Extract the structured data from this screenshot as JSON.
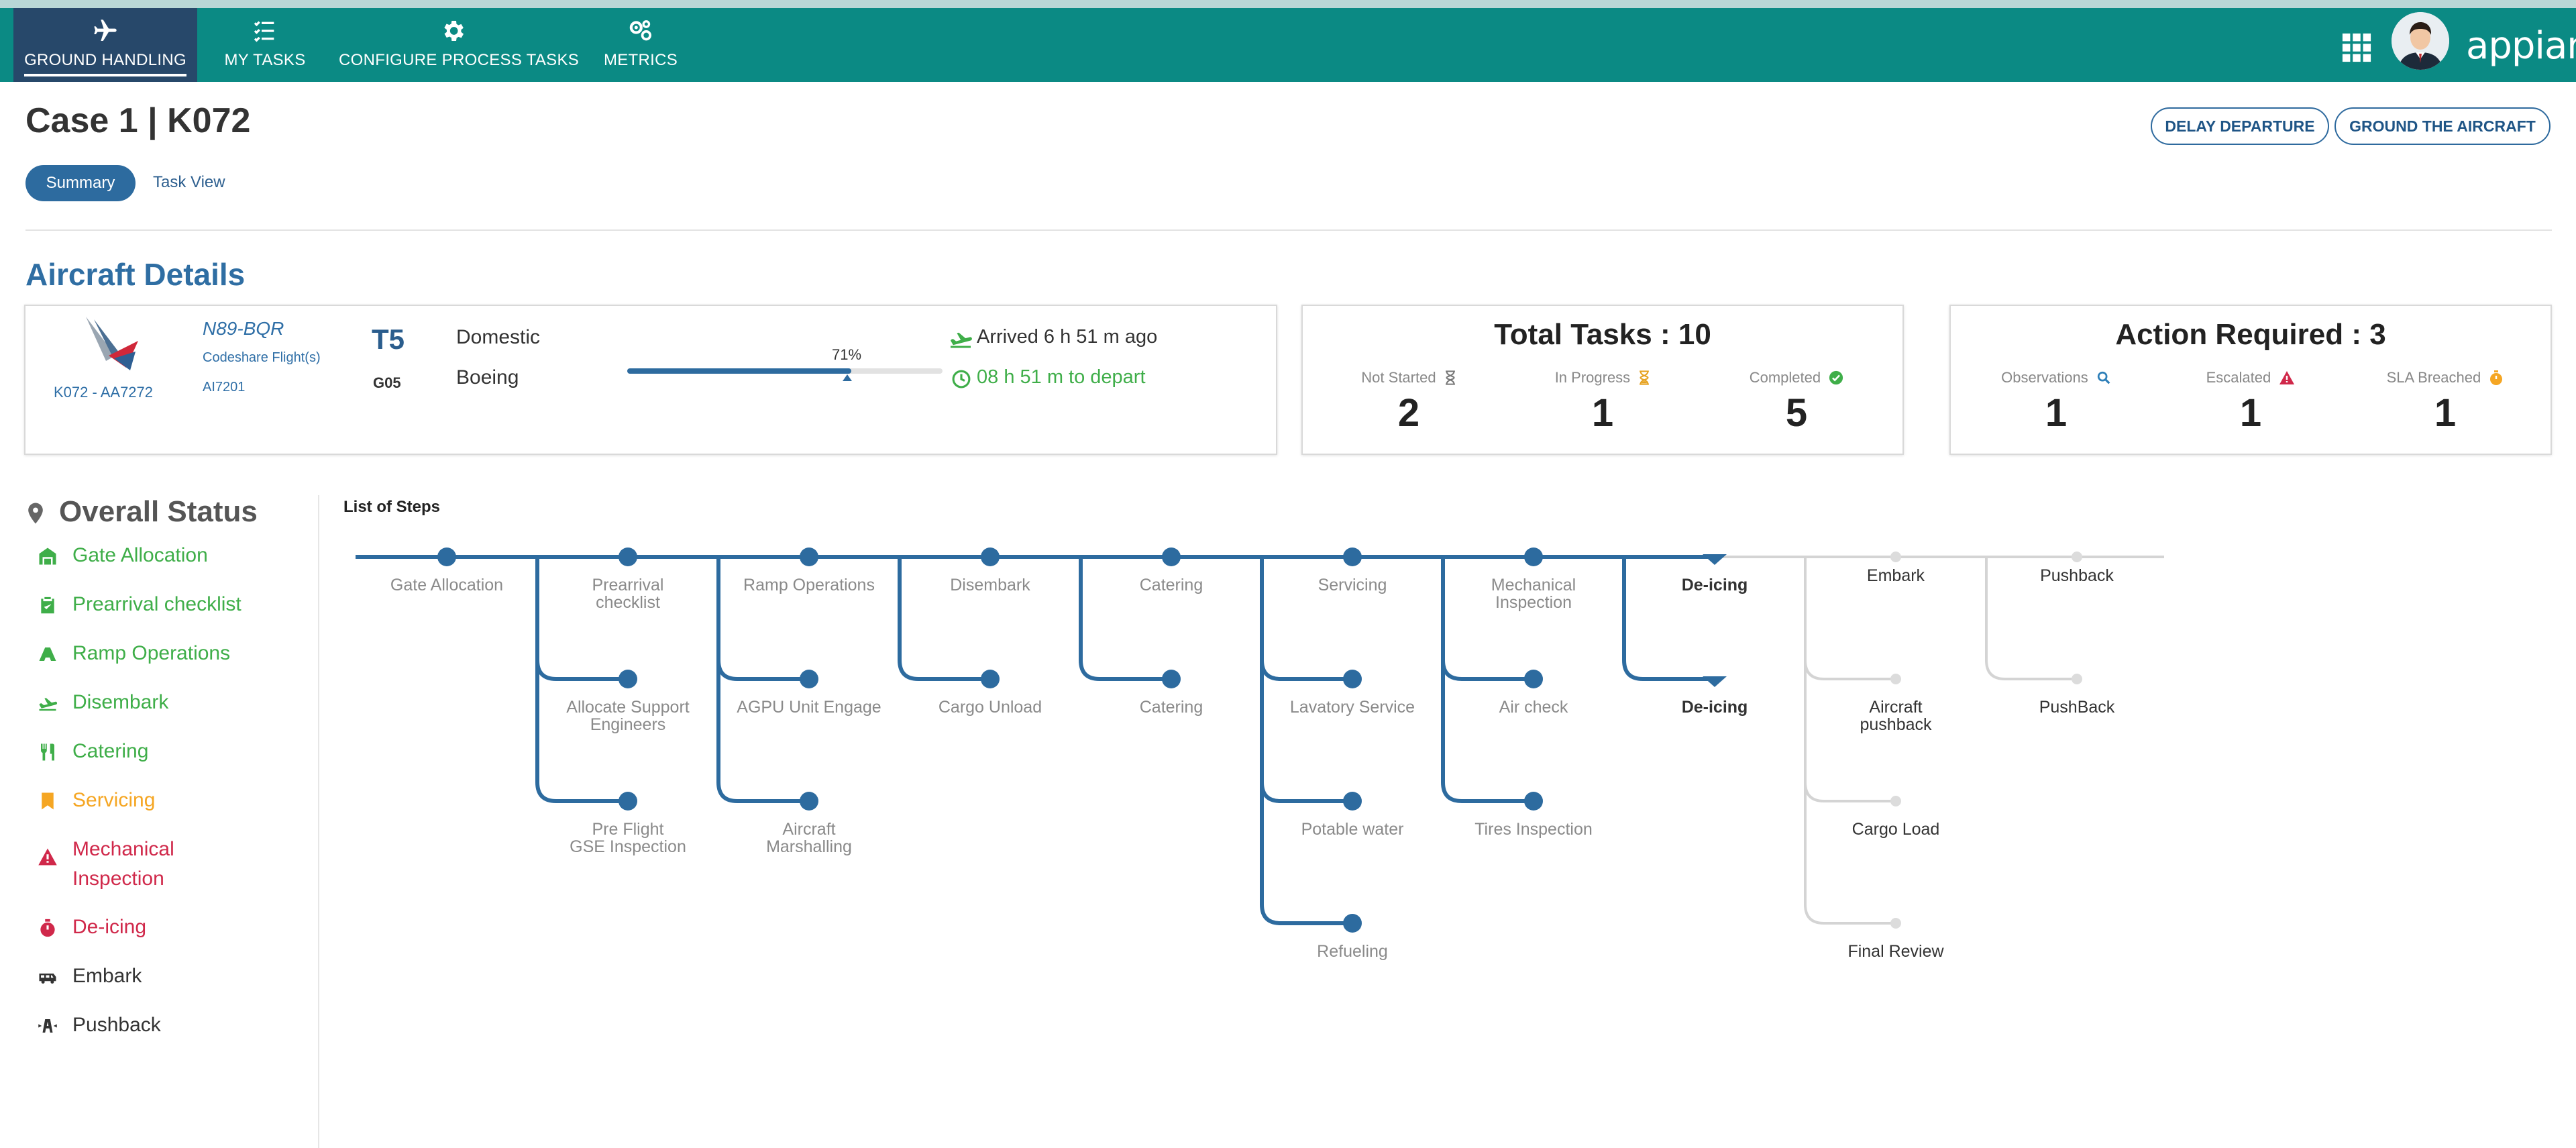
{
  "nav": {
    "items": [
      {
        "label": "GROUND HANDLING",
        "icon": "airplane-icon",
        "active": true
      },
      {
        "label": "MY TASKS",
        "icon": "task-list-icon",
        "active": false
      },
      {
        "label": "CONFIGURE PROCESS TASKS",
        "icon": "gear-icon",
        "active": false
      },
      {
        "label": "METRICS",
        "icon": "gears-icon",
        "active": false
      }
    ],
    "brand": "appian"
  },
  "header": {
    "title": "Case 1 | K072",
    "delay_button": "DELAY DEPARTURE",
    "ground_button": "GROUND THE AIRCRAFT",
    "tabs": [
      {
        "label": "Summary",
        "active": true
      },
      {
        "label": "Task View",
        "active": false
      }
    ]
  },
  "aircraft": {
    "section_title": "Aircraft Details",
    "flight_code": "K072 - AA7272",
    "registration": "N89-BQR",
    "codeshare_label": "Codeshare Flight(s)",
    "codeshare_flight": "AI7201",
    "terminal": "T5",
    "gate": "G05",
    "flight_type": "Domestic",
    "aircraft_type": "Boeing",
    "progress": 0.71,
    "progress_label": "71%",
    "arrived_text": "Arrived 6 h 51 m  ago",
    "depart_text": "08 h 51 m to depart"
  },
  "total_tasks": {
    "title": "Total Tasks : 10",
    "stats": [
      {
        "label": "Not Started",
        "value": "2",
        "icon": "hourglass-icon"
      },
      {
        "label": "In Progress",
        "value": "1",
        "icon": "hourglass-half-icon"
      },
      {
        "label": "Completed",
        "value": "5",
        "icon": "check-circle-icon"
      }
    ]
  },
  "action_required": {
    "title": "Action Required : 3",
    "stats": [
      {
        "label": "Observations",
        "value": "1",
        "icon": "search-icon"
      },
      {
        "label": "Escalated",
        "value": "1",
        "icon": "warning-icon"
      },
      {
        "label": "SLA Breached",
        "value": "1",
        "icon": "timer-icon"
      }
    ]
  },
  "overall_status": {
    "title": "Overall Status",
    "items": [
      {
        "label": "Gate Allocation",
        "color": "#3fae49",
        "icon": "gate-icon"
      },
      {
        "label": "Prearrival checklist",
        "color": "#3fae49",
        "icon": "clipboard-icon"
      },
      {
        "label": "Ramp Operations",
        "color": "#3fae49",
        "icon": "ramp-icon"
      },
      {
        "label": "Disembark",
        "color": "#3fae49",
        "icon": "plane-landing-icon"
      },
      {
        "label": "Catering",
        "color": "#3fae49",
        "icon": "utensils-icon"
      },
      {
        "label": "Servicing",
        "color": "#f5a623",
        "icon": "bookmark-icon"
      },
      {
        "label": "Mechanical Inspection",
        "color": "#d0284a",
        "icon": "warning-icon"
      },
      {
        "label": "De-icing",
        "color": "#d0284a",
        "icon": "stopwatch-icon"
      },
      {
        "label": "Embark",
        "color": "#333333",
        "icon": "bus-icon"
      },
      {
        "label": "Pushback",
        "color": "#333333",
        "icon": "pushback-icon"
      }
    ]
  },
  "steps": {
    "title": "List of Steps",
    "columns": [
      {
        "label": "Gate Allocation",
        "state": "done",
        "children": []
      },
      {
        "label": "Prearrival checklist",
        "state": "done",
        "children": [
          "Allocate Support Engineers",
          "Pre Flight GSE Inspection"
        ]
      },
      {
        "label": "Ramp Operations",
        "state": "done",
        "children": [
          "AGPU Unit Engage",
          "Aircraft Marshalling"
        ]
      },
      {
        "label": "Disembark",
        "state": "done",
        "children": [
          "Cargo Unload"
        ]
      },
      {
        "label": "Catering",
        "state": "done",
        "children": [
          "Catering"
        ]
      },
      {
        "label": "Servicing",
        "state": "done",
        "children": [
          "Lavatory Service",
          "Potable water",
          "Refueling"
        ]
      },
      {
        "label": "Mechanical Inspection",
        "state": "done",
        "children": [
          "Air check",
          "Tires Inspection"
        ]
      },
      {
        "label": "De-icing",
        "state": "current",
        "children": [
          "De-icing"
        ]
      },
      {
        "label": "Embark",
        "state": "pending",
        "children": [
          "Aircraft pushback",
          "Cargo Load",
          "Final Review"
        ]
      },
      {
        "label": "Pushback",
        "state": "pending",
        "children": [
          "PushBack"
        ]
      }
    ]
  },
  "colors": {
    "nav": "#0b8a84",
    "nav_active": "#27486a",
    "primary": "#2d6b9f",
    "done": "#3fae49",
    "warning": "#f5a623",
    "danger": "#d0284a",
    "pending": "#d4d4d4"
  }
}
